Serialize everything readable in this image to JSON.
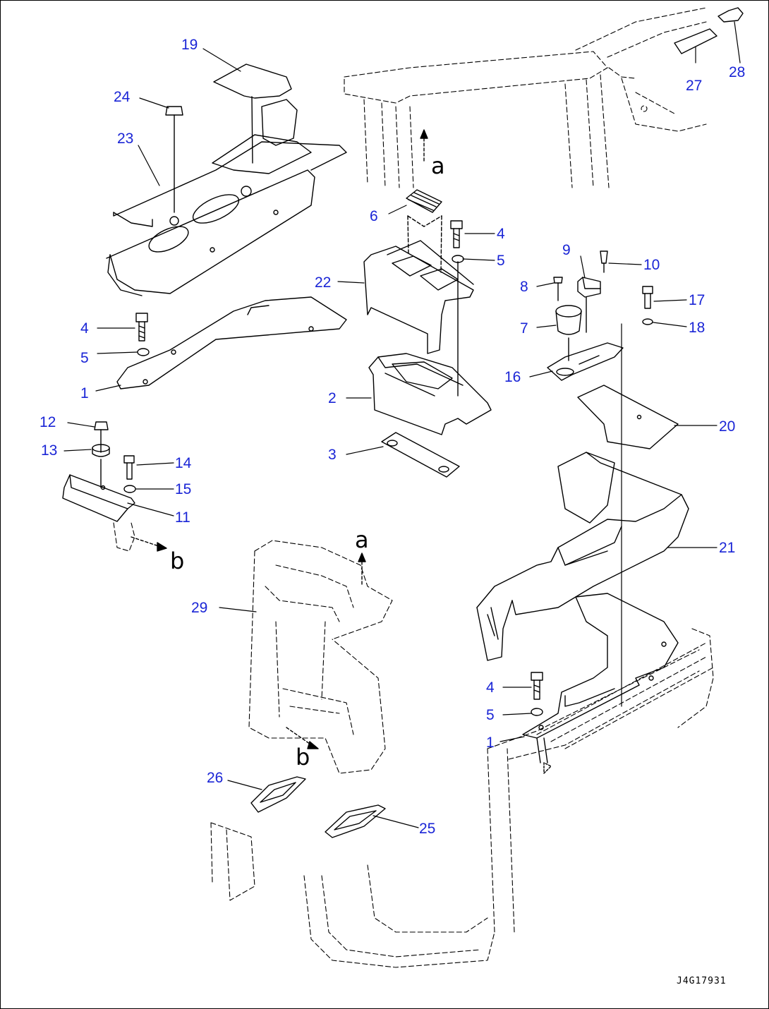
{
  "drawing_code": "J4G17931",
  "colors": {
    "callout": "#1a25d6",
    "line": "#000000",
    "phantom": "#000000"
  },
  "callouts": [
    {
      "id": "19a",
      "text": "19"
    },
    {
      "id": "24a",
      "text": "24"
    },
    {
      "id": "23a",
      "text": "23"
    },
    {
      "id": "4a",
      "text": "4"
    },
    {
      "id": "5a",
      "text": "5"
    },
    {
      "id": "1a",
      "text": "1"
    },
    {
      "id": "12a",
      "text": "12"
    },
    {
      "id": "13a",
      "text": "13"
    },
    {
      "id": "14a",
      "text": "14"
    },
    {
      "id": "15a",
      "text": "15"
    },
    {
      "id": "11a",
      "text": "11"
    },
    {
      "id": "6a",
      "text": "6"
    },
    {
      "id": "4b",
      "text": "4"
    },
    {
      "id": "5b",
      "text": "5"
    },
    {
      "id": "22a",
      "text": "22"
    },
    {
      "id": "2a",
      "text": "2"
    },
    {
      "id": "3a",
      "text": "3"
    },
    {
      "id": "9a",
      "text": "9"
    },
    {
      "id": "10a",
      "text": "10"
    },
    {
      "id": "8a",
      "text": "8"
    },
    {
      "id": "7a",
      "text": "7"
    },
    {
      "id": "17a",
      "text": "17"
    },
    {
      "id": "18a",
      "text": "18"
    },
    {
      "id": "16a",
      "text": "16"
    },
    {
      "id": "20a",
      "text": "20"
    },
    {
      "id": "21a",
      "text": "21"
    },
    {
      "id": "29a",
      "text": "29"
    },
    {
      "id": "4c",
      "text": "4"
    },
    {
      "id": "5c",
      "text": "5"
    },
    {
      "id": "1b",
      "text": "1"
    },
    {
      "id": "26a",
      "text": "26"
    },
    {
      "id": "25a",
      "text": "25"
    },
    {
      "id": "27a",
      "text": "27"
    },
    {
      "id": "28a",
      "text": "28"
    }
  ],
  "view_marks": [
    {
      "id": "a1",
      "text": "a"
    },
    {
      "id": "a2",
      "text": "a"
    },
    {
      "id": "b1",
      "text": "b"
    },
    {
      "id": "b2",
      "text": "b"
    }
  ]
}
